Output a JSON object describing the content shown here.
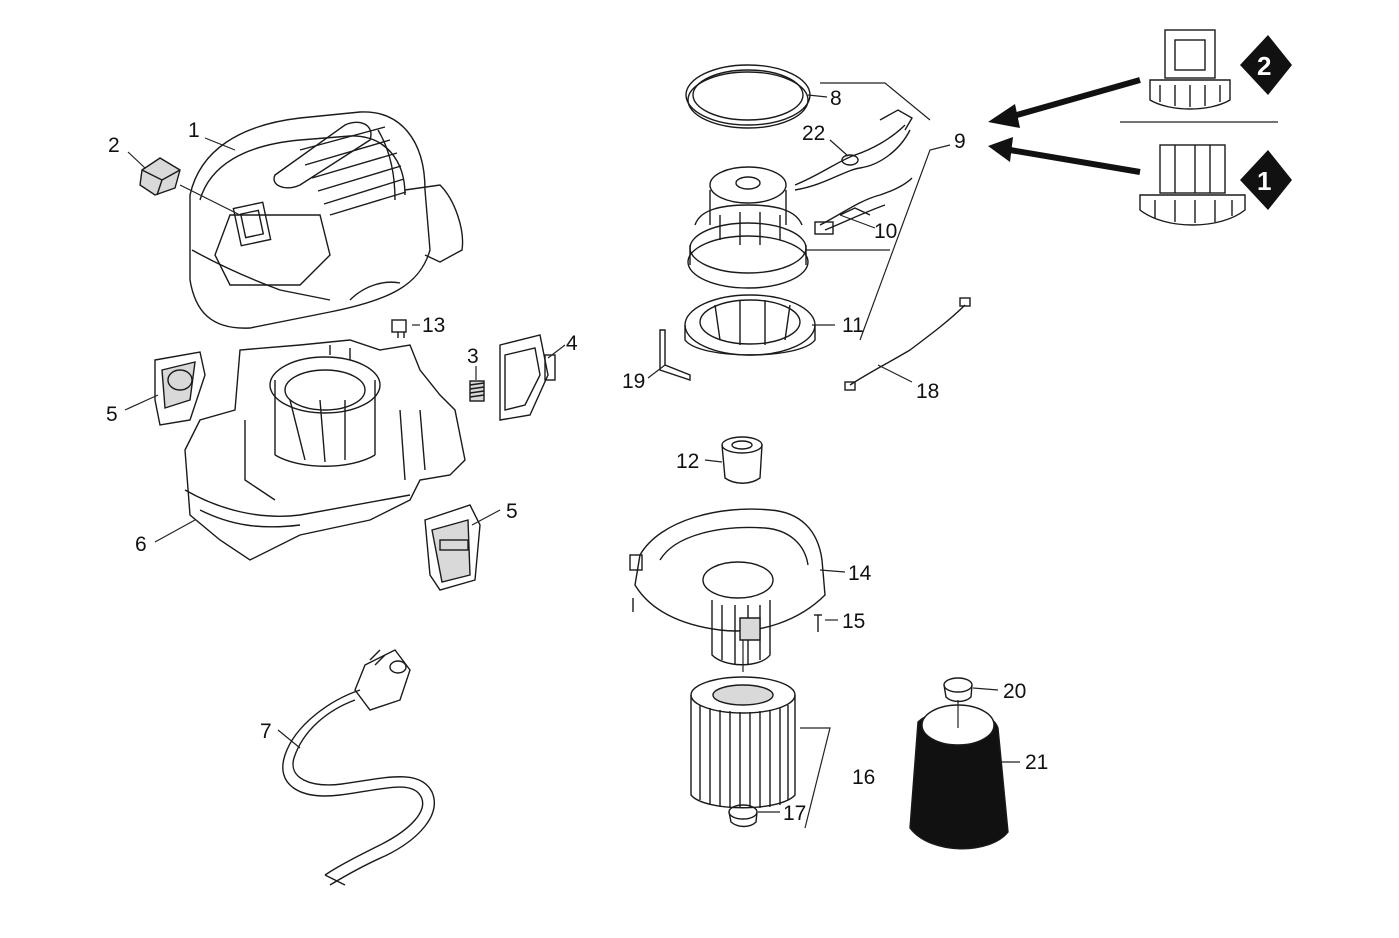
{
  "callouts": {
    "p1": "1",
    "p2": "2",
    "p3": "3",
    "p4": "4",
    "p5a": "5",
    "p5b": "5",
    "p6": "6",
    "p7": "7",
    "p8": "8",
    "p9": "9",
    "p10": "10",
    "p11": "11",
    "p12": "12",
    "p13": "13",
    "p14": "14",
    "p15": "15",
    "p16": "16",
    "p17": "17",
    "p18": "18",
    "p19": "19",
    "p20": "20",
    "p21": "21",
    "p22": "22"
  },
  "variants": {
    "v1": "1",
    "v2": "2"
  },
  "colors": {
    "line": "#1a1a1a",
    "badge": "#111111",
    "background": "#ffffff"
  }
}
